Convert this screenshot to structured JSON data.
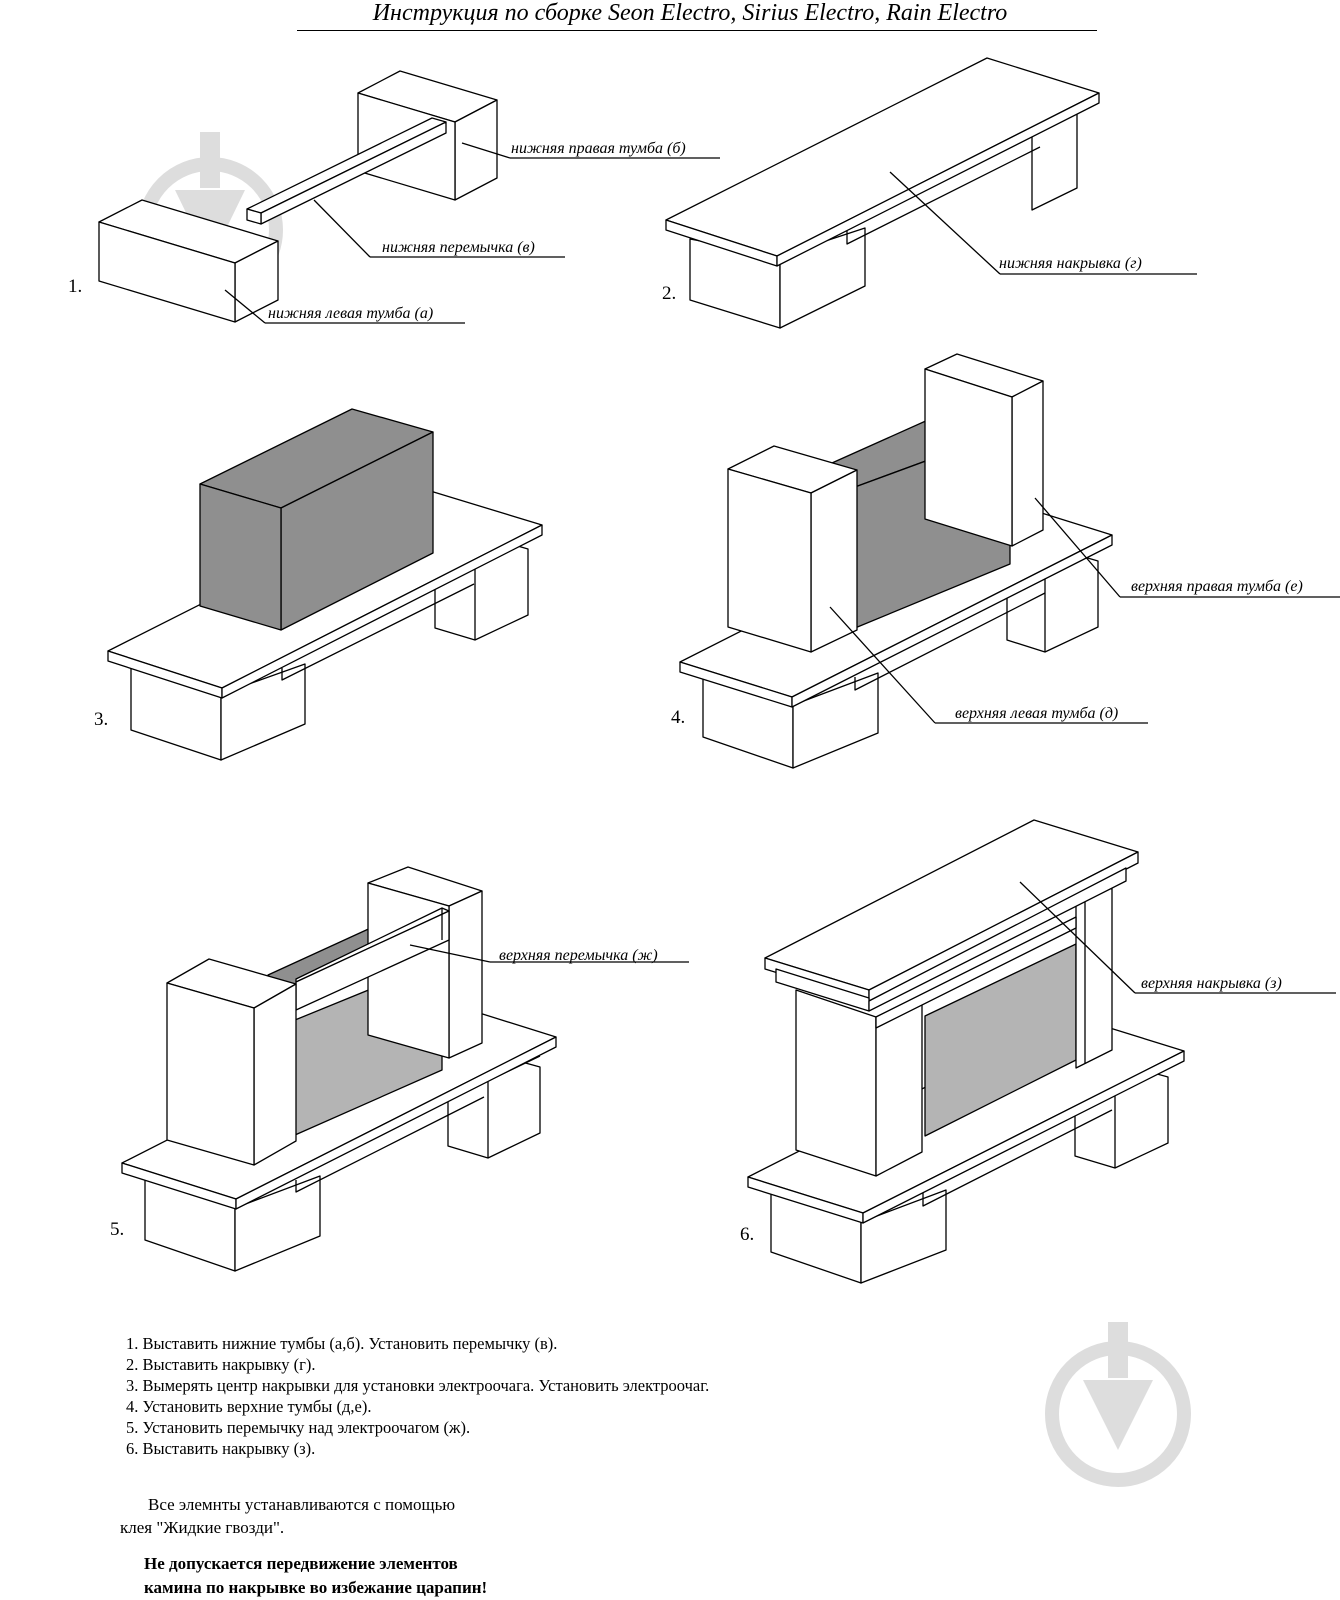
{
  "title": "Инструкция по сборке Seon Electro, Sirius Electro, Rain Electro",
  "figures": [
    {
      "number": "1.",
      "labels": [
        "нижняя правая тумба (б)",
        "нижняя перемычка (в)",
        "нижняя левая тумба (а)"
      ]
    },
    {
      "number": "2.",
      "labels": [
        "нижняя накрывка (г)"
      ]
    },
    {
      "number": "3.",
      "labels": []
    },
    {
      "number": "4.",
      "labels": [
        "верхняя правая тумба (е)",
        "верхняя левая тумба (д)"
      ]
    },
    {
      "number": "5.",
      "labels": [
        "верхняя перемычка (ж)"
      ]
    },
    {
      "number": "6.",
      "labels": [
        "верхняя накрывка (з)"
      ]
    }
  ],
  "steps": [
    "1. Выставить нижние тумбы (а,б). Установить перемычку (в).",
    "2. Выставить накрывку (г).",
    "3. Вымерять центр накрывки для установки электроочага. Установить электроочаг.",
    "4. Установить верхние тумбы (д,е).",
    "5. Установить перемычку над электроочагом (ж).",
    "6. Выставить накрывку (з)."
  ],
  "note": [
    "Все элемнты устанавливаются с помощью",
    "клея \"Жидкие гвозди\"."
  ],
  "warning": [
    "Не допускается передвижение элементов",
    "камина по накрывке во избежание царапин!"
  ],
  "colors": {
    "line": "#000000",
    "fireplace_dark": "#8f8f8f",
    "fireplace_light": "#b4b4b4",
    "watermark": "#dddddd"
  },
  "watermark_icon": "shovel-logo-icon"
}
